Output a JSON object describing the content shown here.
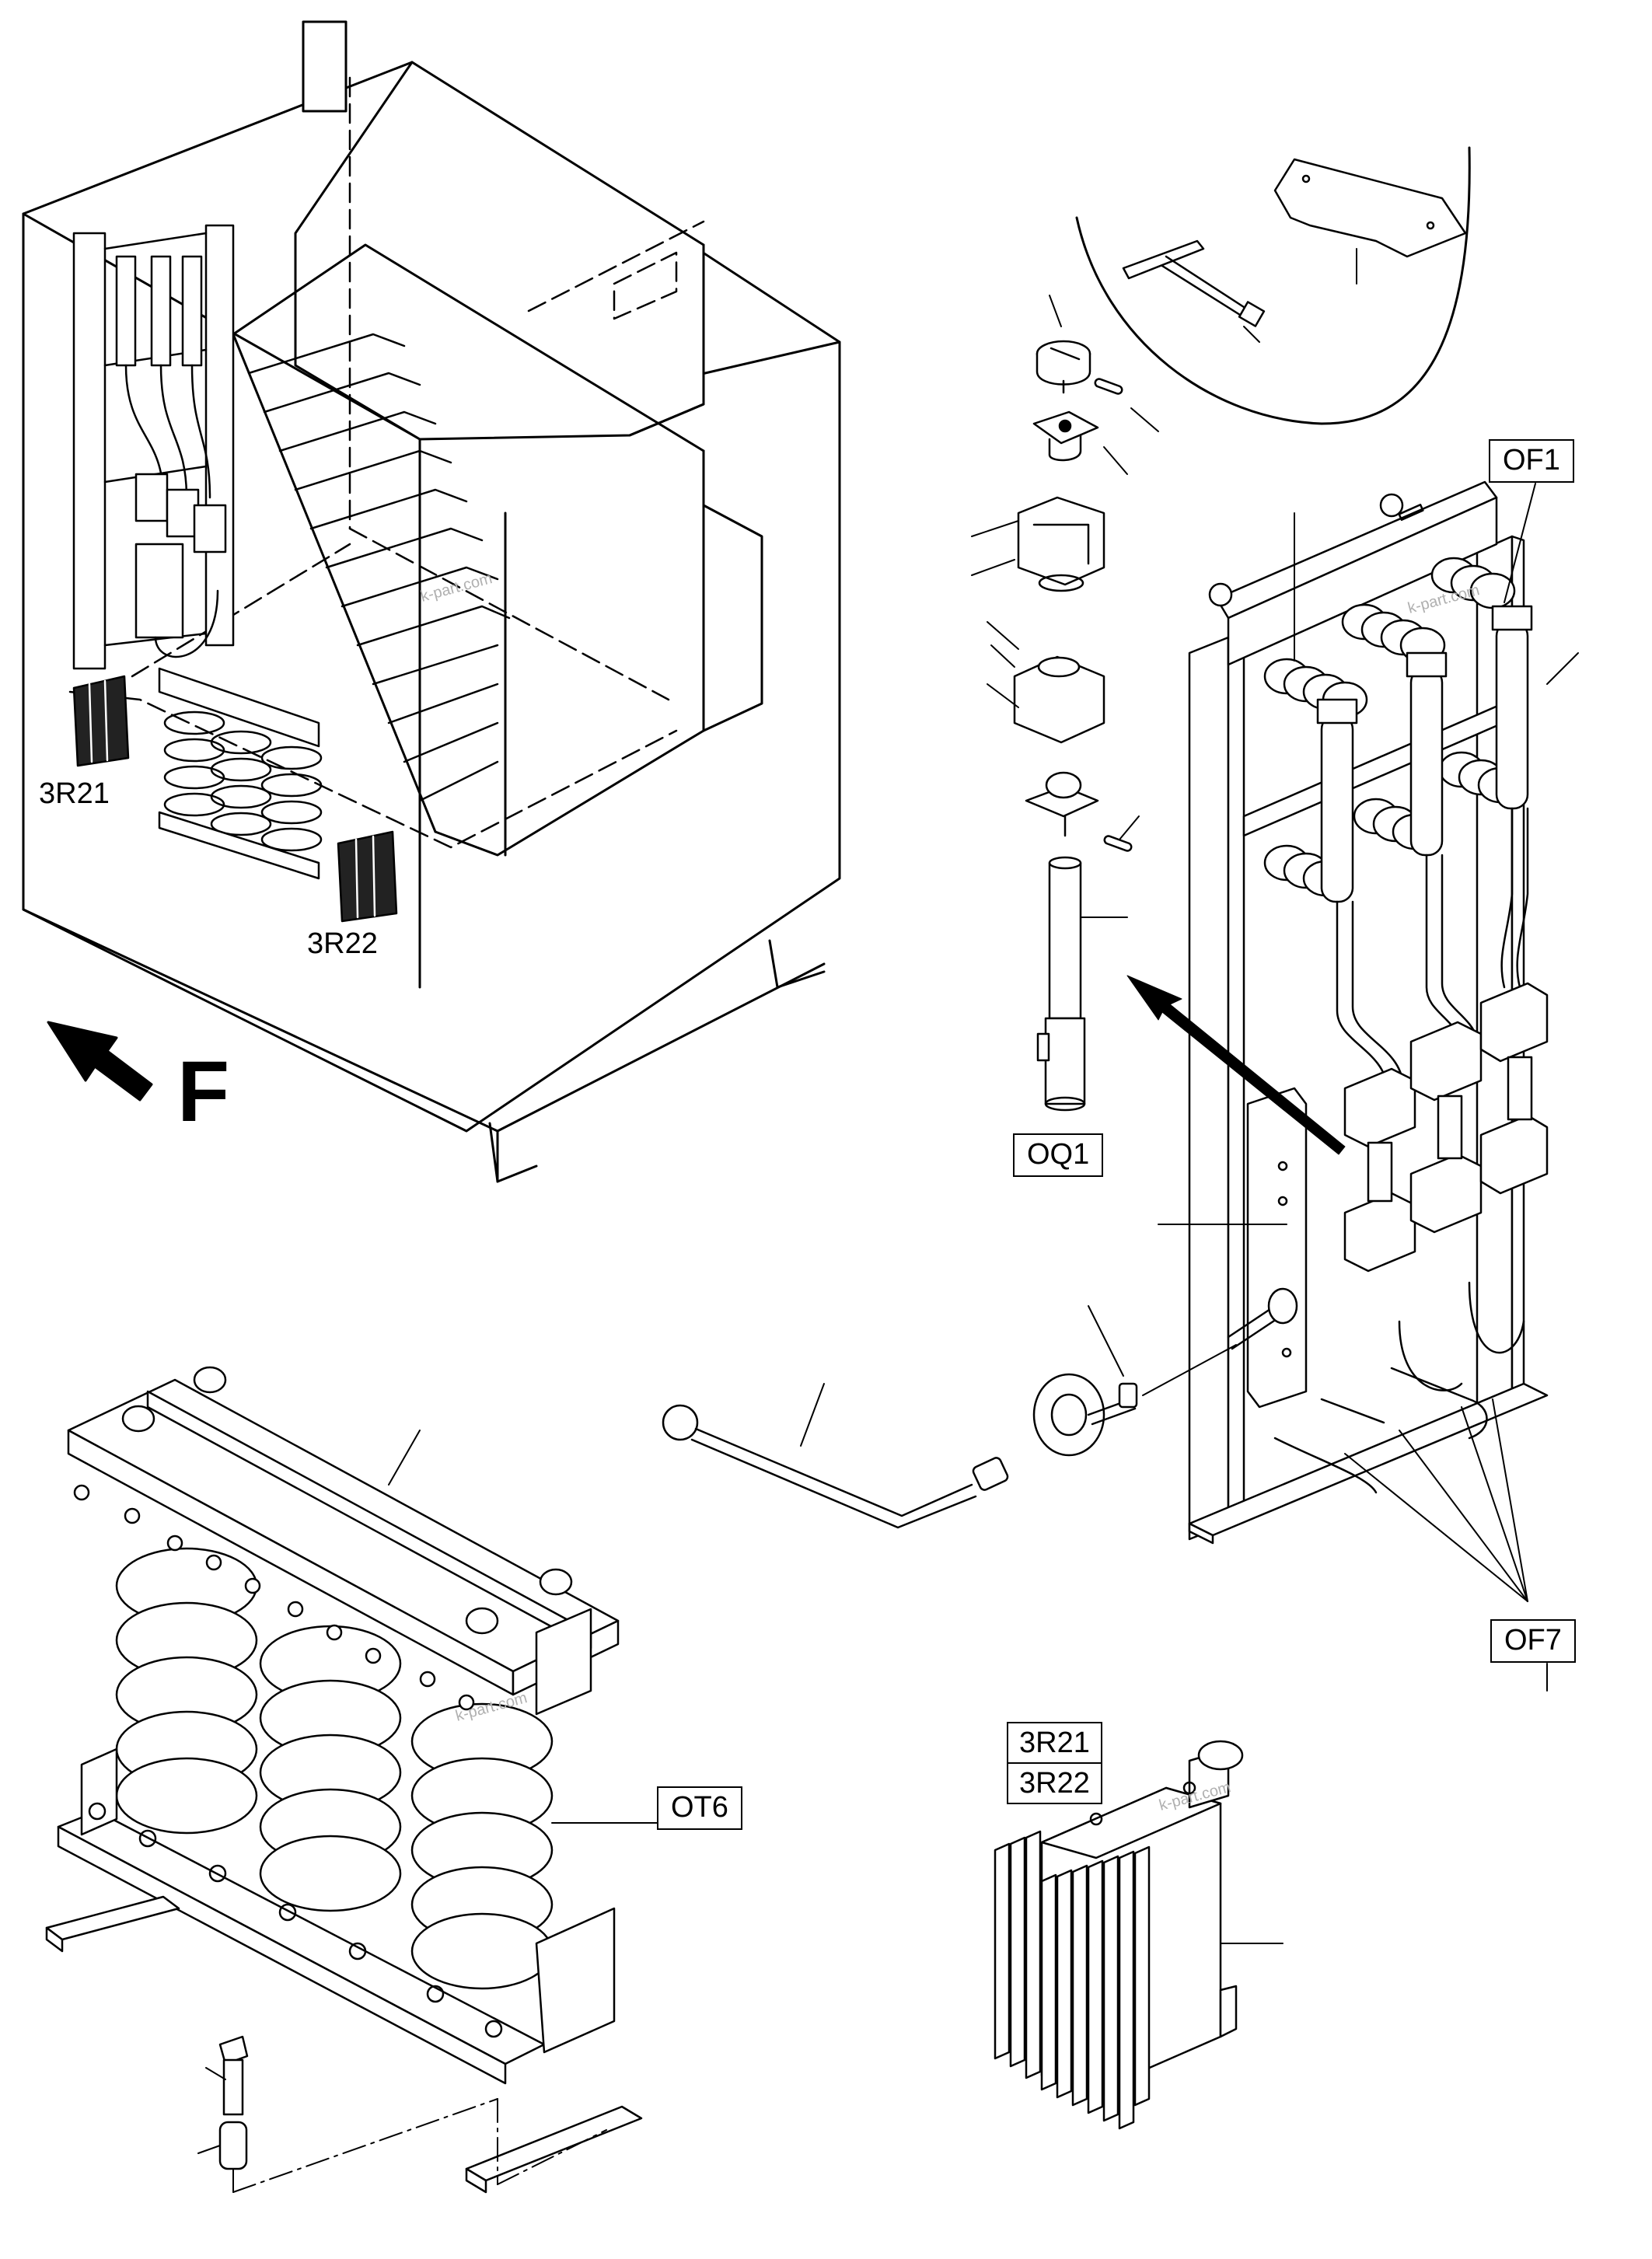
{
  "labels": {
    "r21_overview": "3R21",
    "r22_overview": "3R22",
    "of1": "OF1",
    "oq1": "OQ1",
    "of7": "OF7",
    "ot6": "OT6",
    "resistor_top": "3R21",
    "resistor_bottom": "3R22",
    "direction": "F"
  },
  "watermarks": [
    "k-part.com",
    "k-part.com",
    "k-part.com",
    "k-part.com"
  ],
  "colors": {
    "line": "#000000",
    "background": "#ffffff",
    "watermark": "#b0b0b0"
  }
}
